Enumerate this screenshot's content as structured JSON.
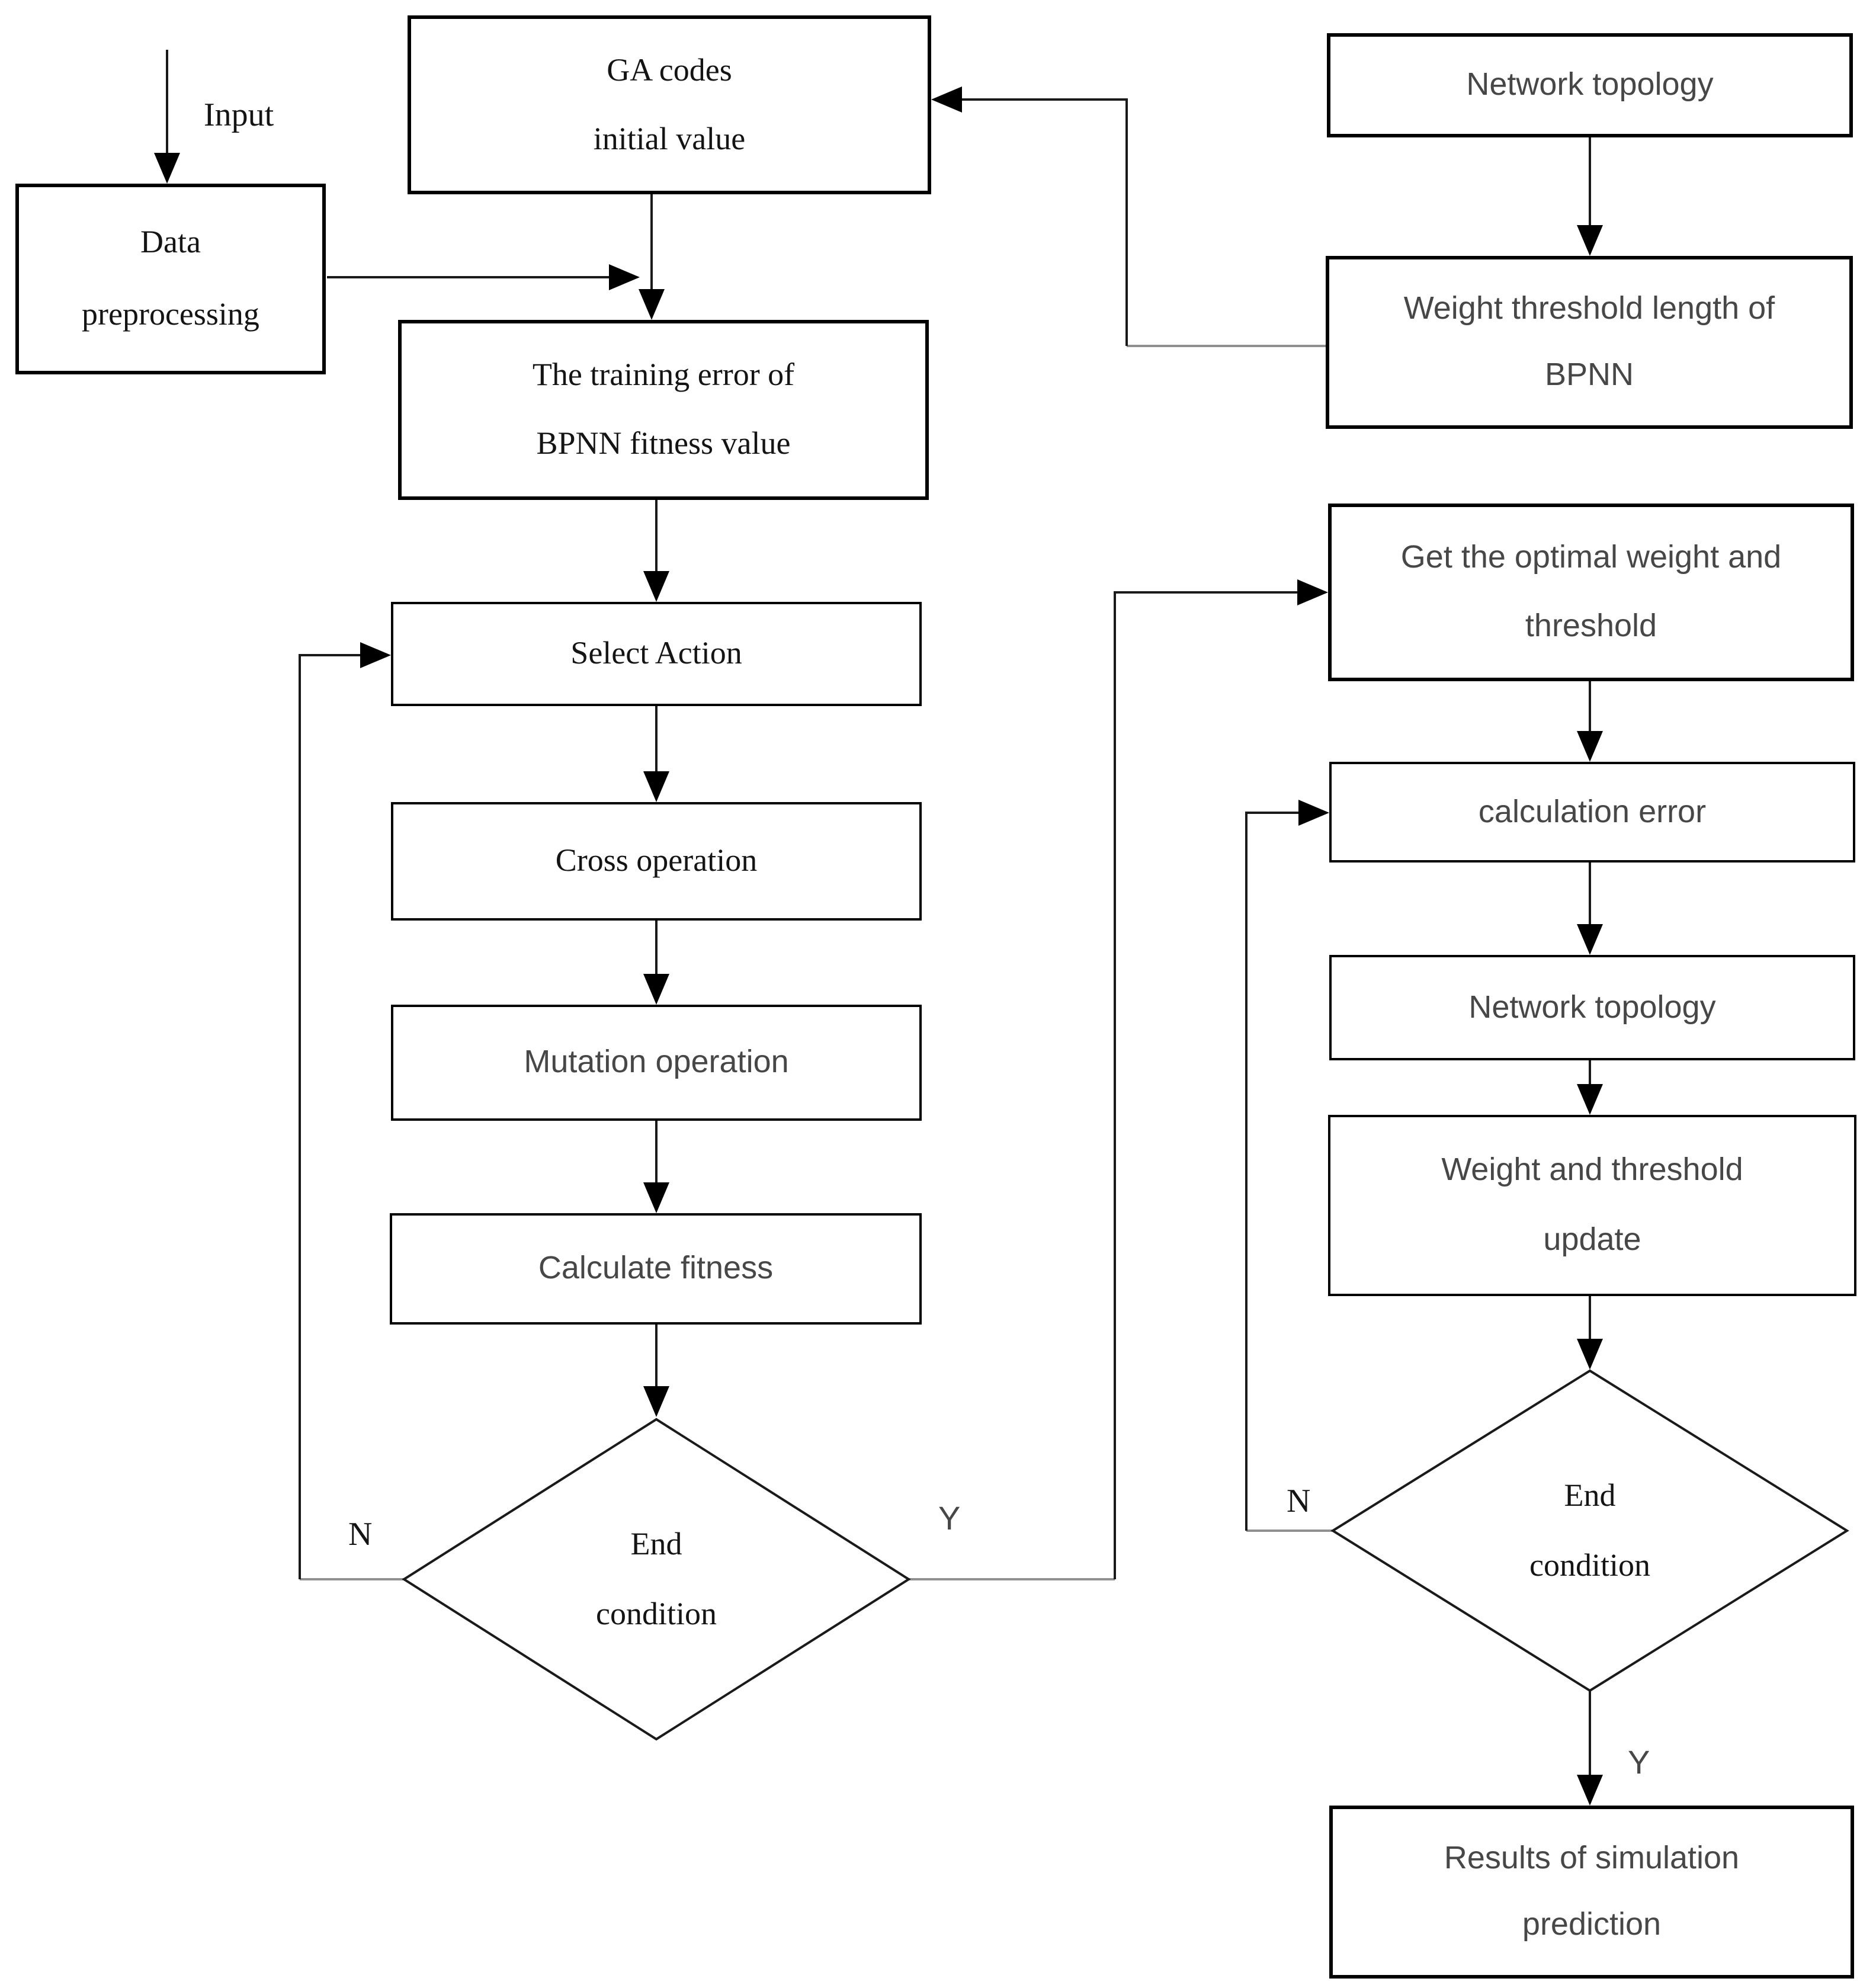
{
  "diagram": {
    "input_label": "Input",
    "branch_labels": {
      "left_no": "N",
      "left_yes": "Y",
      "right_no": "N",
      "right_yes": "Y"
    },
    "nodes": {
      "data_preprocessing": {
        "line1": "Data",
        "line2": "preprocessing"
      },
      "ga_codes": {
        "line1": "GA codes",
        "line2": "initial value"
      },
      "training_error": {
        "line1": "The training error of",
        "line2": "BPNN fitness value"
      },
      "select_action": "Select Action",
      "cross_operation": "Cross operation",
      "mutation_operation": "Mutation operation",
      "calculate_fitness": "Calculate fitness",
      "end_condition_left": {
        "line1": "End",
        "line2": "condition"
      },
      "network_topology_top": "Network topology",
      "weight_threshold_length": {
        "line1": "Weight threshold length of",
        "line2": "BPNN"
      },
      "get_optimal_weight": {
        "line1": "Get the optimal weight and",
        "line2": "threshold"
      },
      "calculation_error": "calculation error",
      "network_topology_mid": "Network topology",
      "weight_threshold_update": {
        "line1": "Weight and threshold",
        "line2": "update"
      },
      "end_condition_right": {
        "line1": "End",
        "line2": "condition"
      },
      "results": {
        "line1": "Results of simulation",
        "line2": "prediction"
      }
    },
    "colors": {
      "line": "#1a1a1a",
      "line_gray": "#909090",
      "serif_text": "#141414",
      "sans_text": "#474747",
      "background": "#ffffff"
    }
  }
}
